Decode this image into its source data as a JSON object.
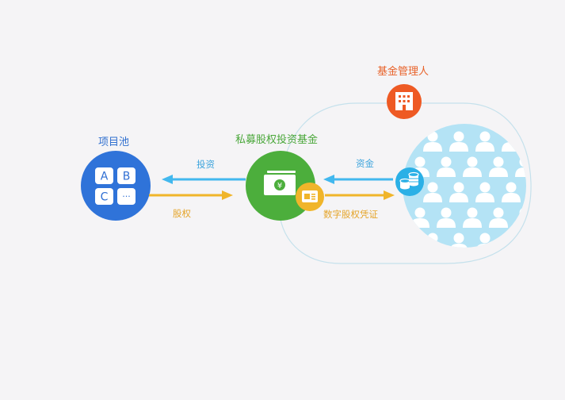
{
  "nodes": {
    "project_pool": {
      "title": "项目池",
      "cells": [
        "A",
        "B",
        "C",
        "···"
      ]
    },
    "fund": {
      "title": "私募股权投资基金",
      "currency_symbol": "¥"
    },
    "manager": {
      "title": "基金管理人"
    }
  },
  "flows": {
    "invest": "投资",
    "equity": "股权",
    "capital": "资金",
    "digital_cert": "数字股权凭证"
  },
  "colors": {
    "pool_blue": "#2f73d9",
    "fund_green": "#4cae3c",
    "manager_orange": "#ee5a24",
    "cert_yellow": "#f0b52a",
    "arrow_blue": "#42b8ee",
    "arrow_yellow": "#f0b52a",
    "investor_bg": "#b4e3f5",
    "investor_icon": "#ffffff"
  },
  "icons": {
    "manager": "building-icon",
    "fund": "cash-icon",
    "cert": "certificate-icon",
    "coins": "coins-icon",
    "investors": "person-icon"
  }
}
